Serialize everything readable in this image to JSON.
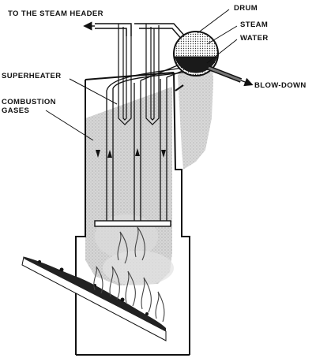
{
  "labels": {
    "steam_header": "TO THE STEAM HEADER",
    "drum": "DRUM",
    "steam": "STEAM",
    "water": "WATER",
    "blowdown": "BLOW-DOWN",
    "superheater": "SUPERHEATER",
    "combustion_line1": "COMBUSTION",
    "combustion_line2": "GASES"
  },
  "colors": {
    "ink": "#111111",
    "gas_shading": "#c8c8c8",
    "wall": "#ffffff",
    "water": "#1a1a1a"
  }
}
